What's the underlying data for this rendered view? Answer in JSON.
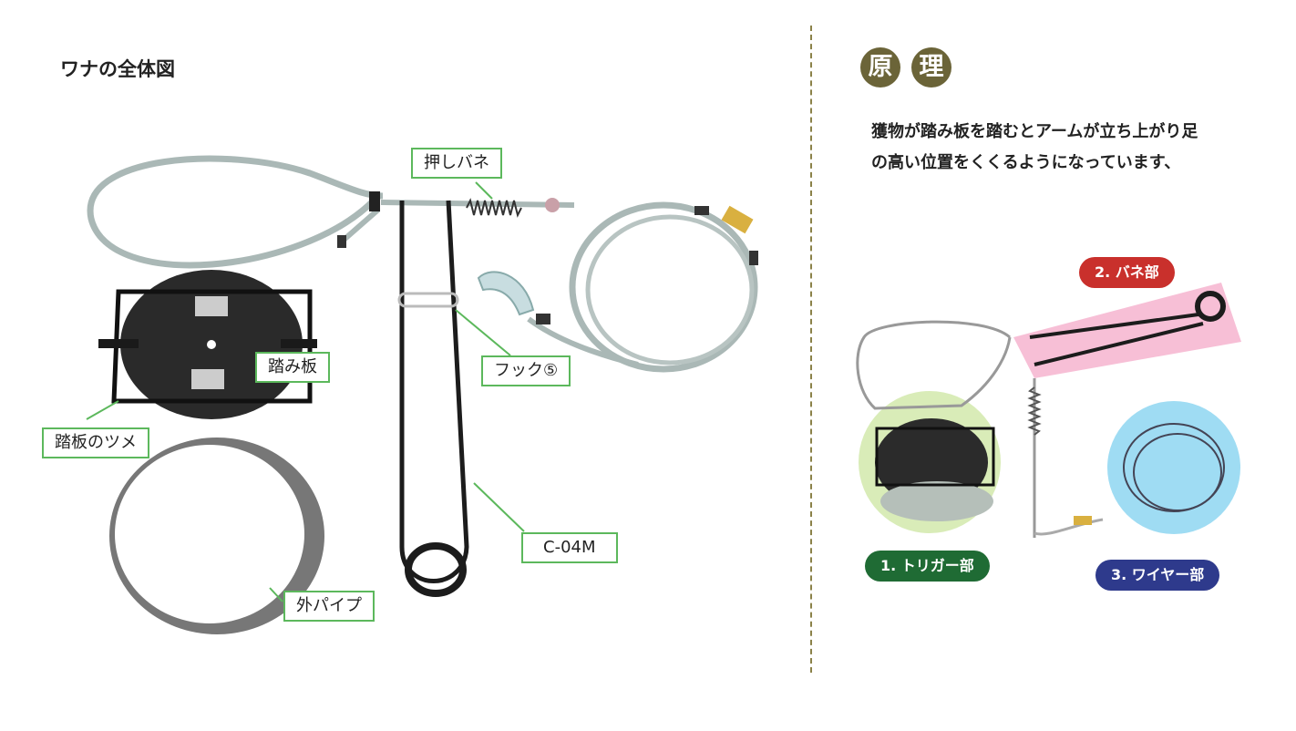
{
  "left_panel": {
    "title": "ワナの全体図",
    "labels": {
      "push_spring": "押しバネ",
      "hook": "フック⑤",
      "treadle": "踏み板",
      "treadle_claw": "踏板のツメ",
      "model": "C-04M",
      "outer_pipe": "外パイプ"
    }
  },
  "right_panel": {
    "badges": [
      "原",
      "理"
    ],
    "description": "獲物が踏み板を踏むとアームが立ち上がり足の高い位置をくくるようになっています、",
    "parts": {
      "spring": "2. バネ部",
      "trigger": "1. トリガー部",
      "wire": "3. ワイヤー部"
    },
    "colors": {
      "spring": "#c9302c",
      "trigger": "#1f6b34",
      "wire": "#2e3a8c",
      "spring_bg": "#f7bfd6",
      "trigger_bg": "#d9ecb8",
      "wire_bg": "#9fdcf3",
      "badge": "#6b6438"
    }
  }
}
